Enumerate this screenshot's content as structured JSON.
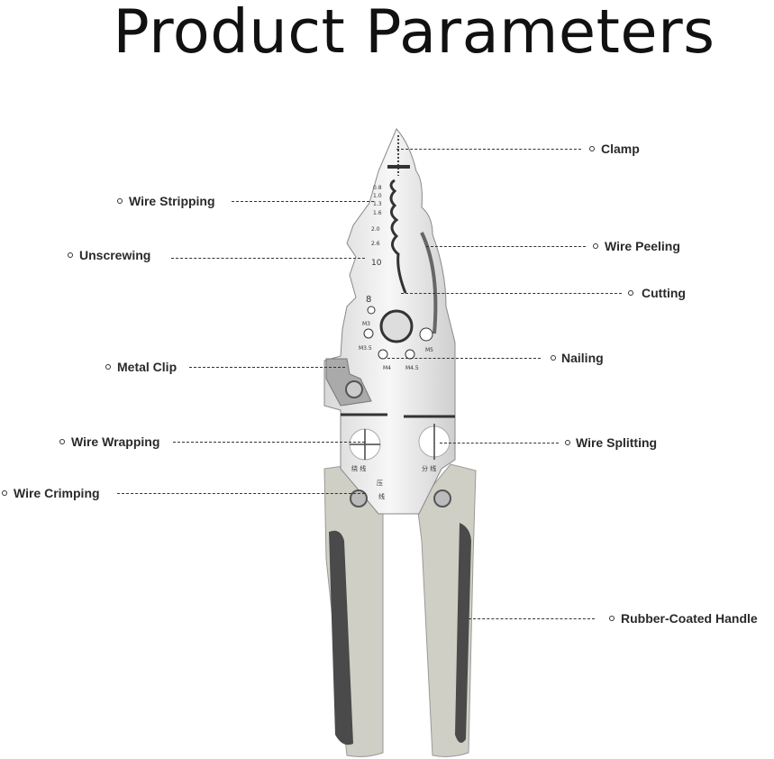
{
  "title": "Product Parameters",
  "callouts": [
    {
      "id": "clamp",
      "label": "Clamp"
    },
    {
      "id": "wire-stripping",
      "label": "Wire Stripping"
    },
    {
      "id": "unscrewing",
      "label": "Unscrewing"
    },
    {
      "id": "wire-peeling",
      "label": "Wire Peeling"
    },
    {
      "id": "cutting",
      "label": "Cutting"
    },
    {
      "id": "nailing",
      "label": "Nailing"
    },
    {
      "id": "metal-clip",
      "label": "Metal Clip"
    },
    {
      "id": "wire-wrapping",
      "label": "Wire Wrapping"
    },
    {
      "id": "wire-splitting",
      "label": "Wire Splitting"
    },
    {
      "id": "wire-crimping",
      "label": "Wire Crimping"
    },
    {
      "id": "rubber-coated-handle",
      "label": "Rubber-Coated Handle"
    }
  ],
  "tool_markings": {
    "strip_sizes": [
      "0.8",
      "1.0",
      "1.3",
      "1.6",
      "2.0",
      "2.6"
    ],
    "unscrew": [
      "10",
      "8"
    ],
    "nail_holes": [
      "M3",
      "M3.5",
      "M4",
      "M4.5",
      "M5"
    ],
    "wrap": "绕 线",
    "crimp_top": "压",
    "crimp_bottom": "线",
    "split": "分 线"
  },
  "colors": {
    "handle_outer": "#cfcfc6",
    "handle_grip": "#4a4a4a",
    "steel": "#e9e9e9"
  }
}
